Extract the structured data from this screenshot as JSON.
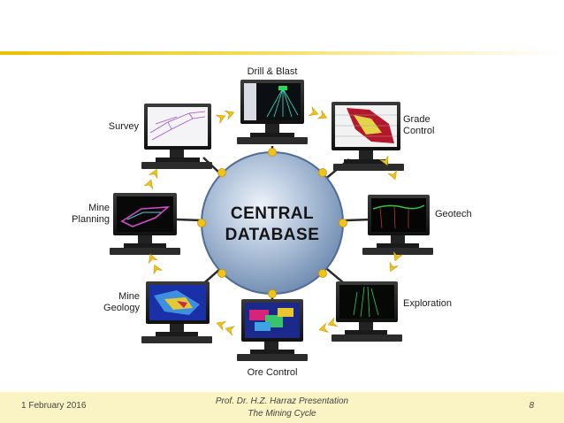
{
  "hub": {
    "line1": "CENTRAL",
    "line2": "DATABASE"
  },
  "nodes": [
    {
      "id": "drill-blast",
      "lines": [
        "Drill & Blast"
      ],
      "screen": "blast-pattern"
    },
    {
      "id": "grade-control",
      "lines": [
        "Grade",
        "Control"
      ],
      "screen": "grade-map"
    },
    {
      "id": "geotech",
      "lines": [
        "Geotech"
      ],
      "screen": "geotech-section"
    },
    {
      "id": "exploration",
      "lines": [
        "Exploration"
      ],
      "screen": "drillholes"
    },
    {
      "id": "ore-control",
      "lines": [
        "Ore Control"
      ],
      "screen": "ore-blocks"
    },
    {
      "id": "mine-geology",
      "lines": [
        "Mine",
        "Geology"
      ],
      "screen": "geology-model"
    },
    {
      "id": "mine-planning",
      "lines": [
        "Mine",
        "Planning"
      ],
      "screen": "pit-design"
    },
    {
      "id": "survey",
      "lines": [
        "Survey"
      ],
      "screen": "survey-wireframe"
    }
  ],
  "colors": {
    "accent": "#e6c200",
    "footer_bg": "#faf3c3",
    "hub": "#8fa9c8",
    "arrow": "#f0c21a"
  },
  "footer": {
    "date": "1 February 2016",
    "presenter": "Prof. Dr. H.Z. Harraz Presentation",
    "subtitle": "The Mining Cycle",
    "page": "8"
  }
}
